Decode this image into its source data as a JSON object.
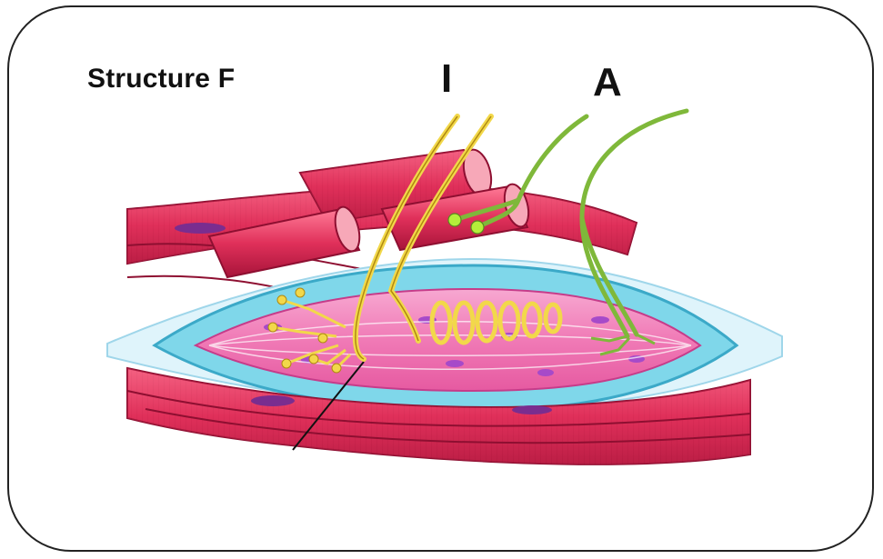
{
  "title": "Structure F",
  "labels": {
    "i": "I",
    "a": "A"
  },
  "colors": {
    "muscle": "#e0305a",
    "muscle_dark": "#b0183f",
    "capsule": "#5fd0e6",
    "intrafusal": "#f07ab6",
    "nerve_i": "#f2d84a",
    "nerve_a": "#7fb83a"
  }
}
